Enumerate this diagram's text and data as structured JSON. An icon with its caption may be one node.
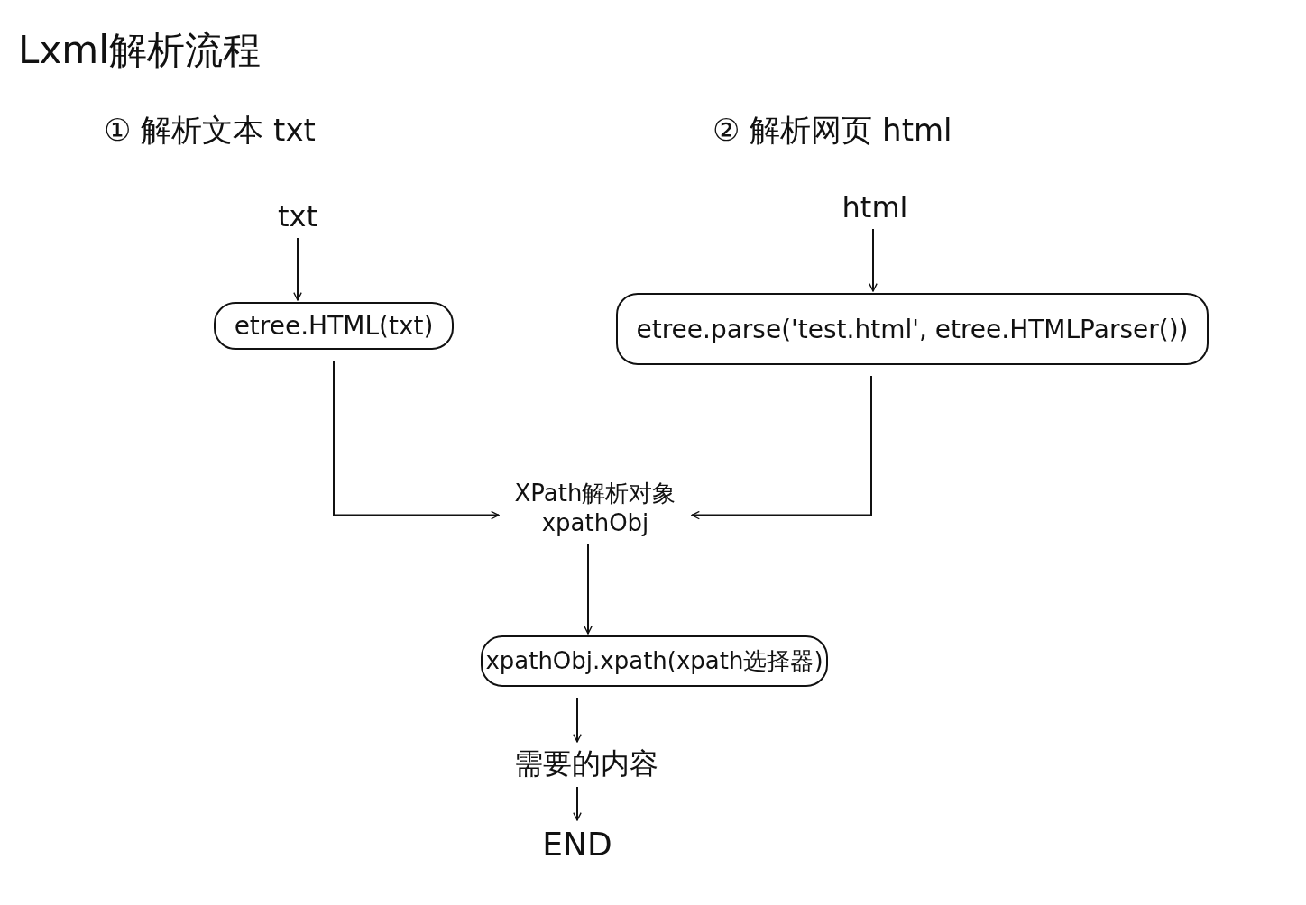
{
  "diagram": {
    "title": "Lxml解析流程",
    "nodes": [
      {
        "text": [
          "txt"
        ]
      },
      {
        "text": [
          "etree.HTML(txt)"
        ]
      },
      {
        "text": [
          "html"
        ]
      },
      {
        "text": [
          "etree.parse('test.html', etree.HTMLParser())"
        ]
      },
      {
        "text": [
          "XPath解析对象",
          "xpathObj"
        ]
      },
      {
        "text": [
          "xpathObj.xpath(xpath选择器)"
        ]
      },
      {
        "text": [
          "需要的内容"
        ]
      },
      {
        "text": [
          "END"
        ]
      }
    ],
    "edges": [
      {
        "from": 0,
        "to": 1,
        "arrow": "to"
      },
      {
        "from": 2,
        "to": 3,
        "arrow": "to"
      },
      {
        "from": 1,
        "to": 4,
        "arrow": "to"
      },
      {
        "from": 3,
        "to": 4,
        "arrow": "to"
      },
      {
        "from": 4,
        "to": 5,
        "arrow": "to"
      },
      {
        "from": 5,
        "to": 6,
        "arrow": "to"
      },
      {
        "from": 6,
        "to": 7,
        "arrow": "to"
      }
    ],
    "labels": [
      "① 解析文本 txt",
      "② 解析网页 html"
    ]
  }
}
